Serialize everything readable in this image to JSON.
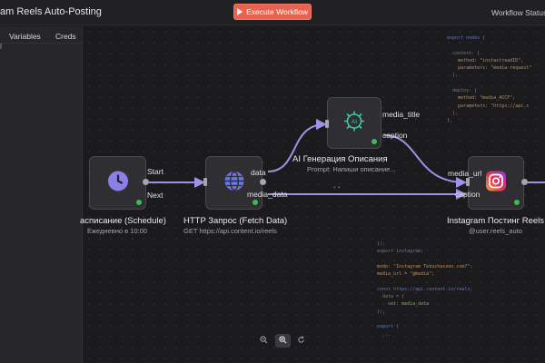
{
  "app": {
    "title": "am Reels Auto-Posting",
    "execute_label": "Execute Workflow",
    "status_label": "Workflow Status"
  },
  "left_panel": {
    "tabs": [
      "Variables",
      "Creds"
    ]
  },
  "nodes": {
    "schedule": {
      "title": "асписание (Schedule)",
      "subtitle": "Ежедневно в 10:00",
      "outputs": [
        "Start",
        "Next"
      ],
      "icon": "clock-icon",
      "color": "#8b7fe8"
    },
    "http": {
      "title": "HTTP Запрос (Fetch Data)",
      "subtitle": "GET https://api.content.io/reels",
      "outputs": [
        "data",
        "media_data"
      ],
      "icon": "globe-icon",
      "color": "#6b76e8"
    },
    "ai": {
      "title": "AI Генерация Описания",
      "subtitle": "Prompt: Напиши описание...",
      "outputs": [
        "media_title",
        "caption"
      ],
      "icon": "ai-chip-icon",
      "color": "#3ec6a8"
    },
    "instagram": {
      "title": "Instagram Постинг Reels",
      "subtitle": "@user.reels_auto",
      "inputs": [
        "media_url",
        "caption"
      ],
      "icon": "instagram-icon"
    }
  },
  "colors": {
    "accent": "#e8624f",
    "edge": "#9d93e6",
    "success": "#3fb950"
  },
  "code_top": [
    "export nodes {",
    "",
    "  context: {",
    "    method: \"instastreadID\",",
    "    parameters: \"media-request\"",
    "  },",
    "",
    "  deploy: {",
    "    method: \"media_ACCF\",",
    "    parameters: \"https://api.c",
    "  },",
    "},"
  ],
  "code_bottom": [
    "});",
    "export instagram;",
    "",
    "mode: \"Instagram Tekuchaszen.com?\";",
    "media_url = \"@media\";",
    "",
    "const https://api.content.io/reels;",
    "  data = {",
    "    set: media_data",
    "});",
    "",
    "export {",
    "  ..."
  ],
  "zoom_controls": [
    "zoom-out-icon",
    "zoom-in-icon",
    "reset-icon"
  ]
}
